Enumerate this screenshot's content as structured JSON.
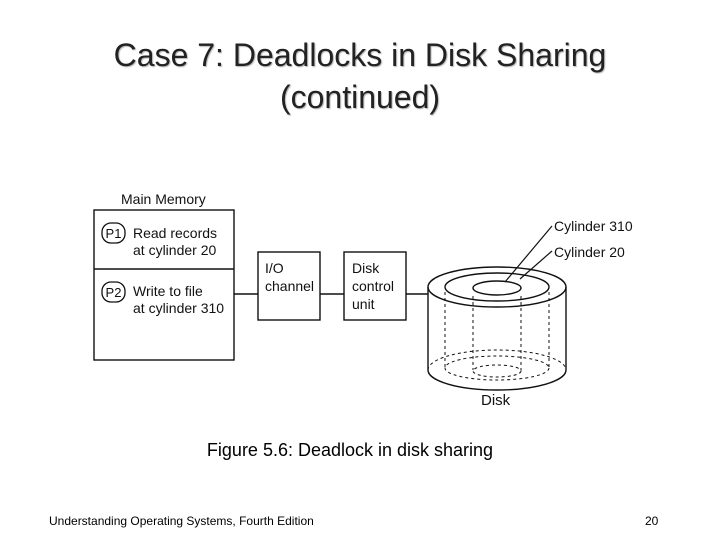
{
  "slide": {
    "title_line1": "Case 7: Deadlocks in Disk Sharing",
    "title_line2": "(continued)",
    "caption": "Figure 5.6: Deadlock in disk sharing",
    "footer_text": "Understanding Operating Systems, Fourth Edition",
    "page_number": "20"
  },
  "diagram": {
    "main_memory_label": "Main Memory",
    "p1_badge": "P1",
    "p1_line1": "Read records",
    "p1_line2": "at cylinder 20",
    "p2_badge": "P2",
    "p2_line1": "Write to file",
    "p2_line2": "at cylinder 310",
    "io_line1": "I/O",
    "io_line2": "channel",
    "dcu_line1": "Disk",
    "dcu_line2": "control",
    "dcu_line3": "unit",
    "cylinder_outer_label": "Cylinder 310",
    "cylinder_inner_label": "Cylinder 20",
    "disk_label": "Disk"
  }
}
